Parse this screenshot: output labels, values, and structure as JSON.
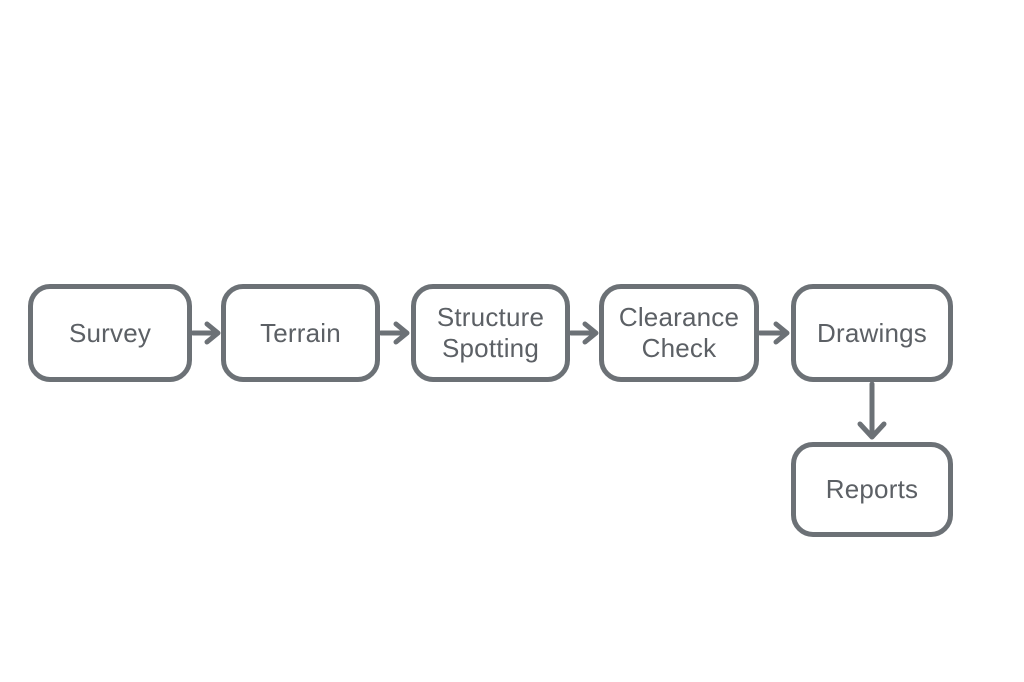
{
  "diagram": {
    "type": "flowchart",
    "direction": "left-to-right",
    "nodes": [
      {
        "id": "survey",
        "label": "Survey"
      },
      {
        "id": "terrain",
        "label": "Terrain"
      },
      {
        "id": "structure",
        "label": "Structure Spotting"
      },
      {
        "id": "clearance",
        "label": "Clearance Check"
      },
      {
        "id": "drawings",
        "label": "Drawings"
      },
      {
        "id": "reports",
        "label": "Reports"
      }
    ],
    "edges": [
      {
        "from": "survey",
        "to": "terrain",
        "direction": "right"
      },
      {
        "from": "terrain",
        "to": "structure",
        "direction": "right"
      },
      {
        "from": "structure",
        "to": "clearance",
        "direction": "right"
      },
      {
        "from": "clearance",
        "to": "drawings",
        "direction": "right"
      },
      {
        "from": "drawings",
        "to": "reports",
        "direction": "down"
      }
    ]
  },
  "colors": {
    "bg": "#ffffff",
    "node-fill": "#ffffff",
    "node-border": "#6c7176",
    "text": "#5c6065",
    "arrow": "#6c7176"
  }
}
